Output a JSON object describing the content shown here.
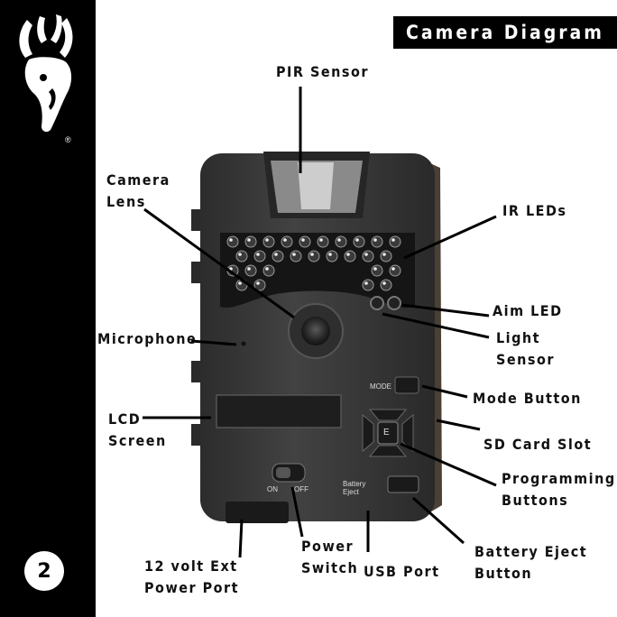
{
  "page": {
    "title": "Camera Diagram",
    "page_number": "2",
    "logo_icon": "buck-head-logo-icon",
    "registered_mark": "®"
  },
  "labels": {
    "pir_sensor": "PIR Sensor",
    "camera_lens": "Camera\nLens",
    "ir_leds": "IR LEDs",
    "aim_led": "Aim LED",
    "microphone": "Microphone",
    "light_sensor": "Light\nSensor",
    "mode_button": "Mode Button",
    "lcd_screen": "LCD\nScreen",
    "sd_card_slot": "SD Card Slot",
    "programming_buttons": "Programming\nButtons",
    "power_switch": "Power\nSwitch",
    "usb_port": "USB Port",
    "ext_power_port": "12 volt Ext\nPower Port",
    "battery_eject_button": "Battery Eject\nButton"
  },
  "camera_text": {
    "mode": "MODE",
    "e_key": "E",
    "on": "ON",
    "off": "OFF",
    "battery_eject": "Battery\nEject"
  },
  "colors": {
    "sidebar": "#000000",
    "camera_body": "#3a3a3a",
    "camera_dark": "#1c1c1c"
  }
}
